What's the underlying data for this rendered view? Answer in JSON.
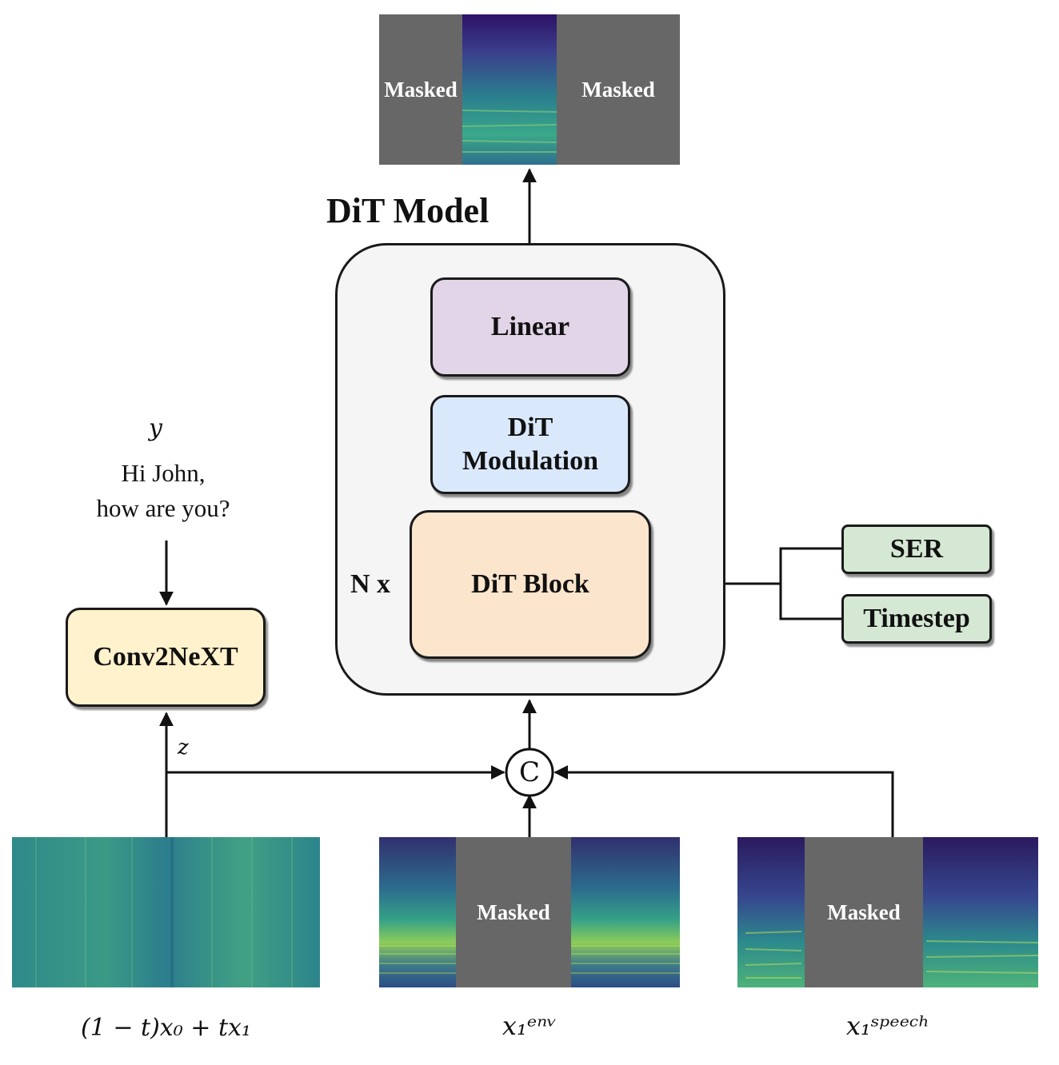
{
  "title": "DiT Model",
  "model": {
    "linear": "Linear",
    "modulation": "DiT Modulation",
    "block": "DiT Block",
    "repeat": "N x"
  },
  "conditions": {
    "ser": "SER",
    "timestep": "Timestep"
  },
  "text_encoder": {
    "label": "Conv2NeXT",
    "input_symbol": "y",
    "input_text_line1": "Hi John,",
    "input_text_line2": "how are you?",
    "latent_symbol": "z"
  },
  "concat_symbol": "C",
  "output": {
    "left_mask": "Masked",
    "right_mask": "Masked"
  },
  "inputs": {
    "noisy": {
      "caption": "(1 − t)x₀ + tx₁"
    },
    "env": {
      "mask": "Masked",
      "caption": "x₁ᵉⁿᵛ"
    },
    "speech": {
      "mask": "Masked",
      "caption": "x₁ˢᵖᵉᵉᶜʰ"
    }
  },
  "colors": {
    "linear_fill": "#e1d5e7",
    "modulation_fill": "#dae8fc",
    "block_fill": "#fce5cd",
    "condition_fill": "#d5e8d4",
    "encoder_fill": "#fff2cc",
    "model_fill": "#f5f5f5",
    "mask_fill": "#676767"
  }
}
